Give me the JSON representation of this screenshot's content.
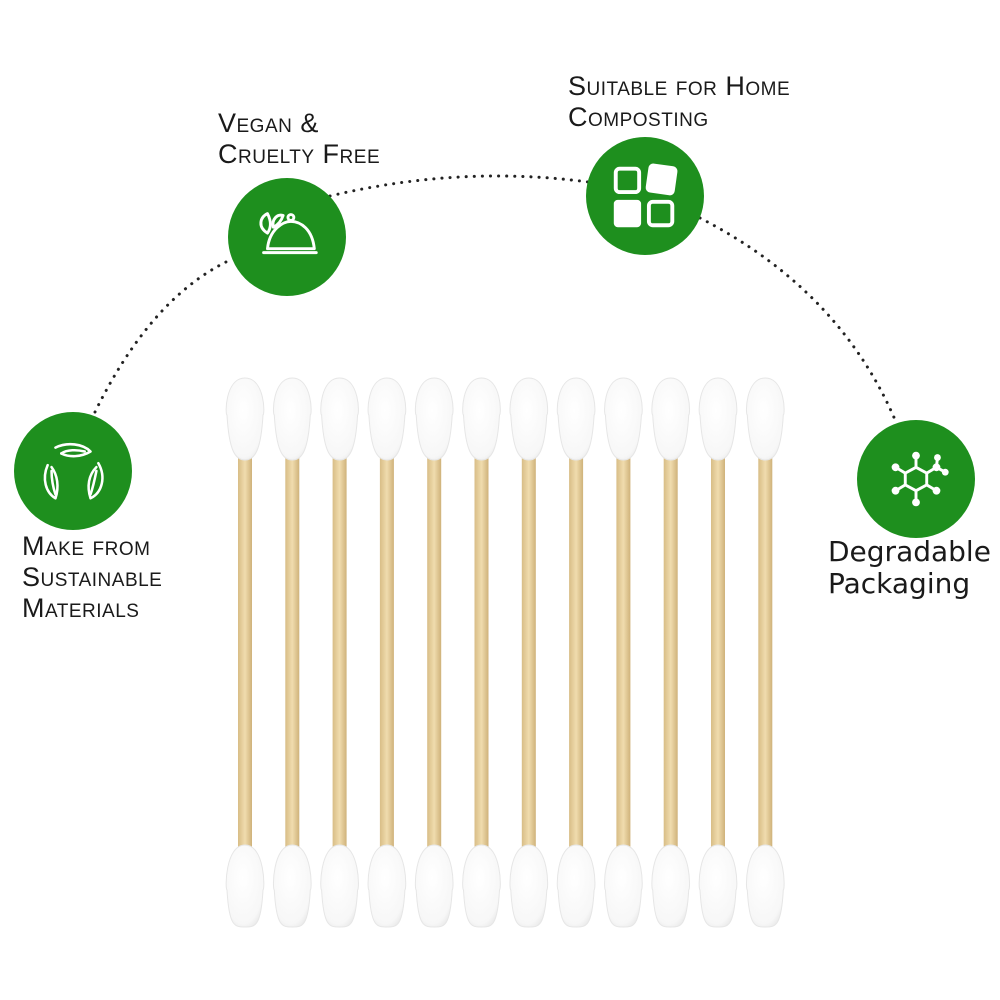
{
  "colors": {
    "green": "#1e8f1e",
    "swab_stick": "#e3cc9b",
    "swab_cotton": "#ffffff"
  },
  "features": [
    {
      "id": "vegan",
      "icon": "dome-leaf-icon",
      "lines": [
        "Vegan &",
        "Cruelty Free"
      ]
    },
    {
      "id": "compost",
      "icon": "blocks-icon",
      "lines": [
        "Suitable for Home",
        "Composting"
      ]
    },
    {
      "id": "sustainable",
      "icon": "leaves-cycle-icon",
      "lines": [
        "Make from",
        "Sustainable",
        "Materials"
      ]
    },
    {
      "id": "degradable",
      "icon": "molecule-icon",
      "lines": [
        "Degradable",
        "Packaging"
      ]
    }
  ],
  "product": {
    "swab_count": 12
  }
}
